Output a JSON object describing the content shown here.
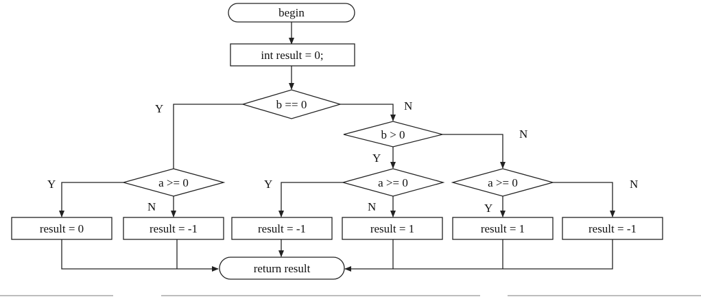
{
  "flowchart": {
    "begin": "begin",
    "init": "int result = 0;",
    "cond_b_eq_0": "b == 0",
    "cond_b_gt_0": "b > 0",
    "cond_a_ge_0_left": "a >= 0",
    "cond_a_ge_0_mid": "a >= 0",
    "cond_a_ge_0_right": "a >= 0",
    "result_1": "result = 0",
    "result_2": "result = -1",
    "result_3": "result = -1",
    "result_4": "result = 1",
    "result_5": "result = 1",
    "result_6": "result = -1",
    "return": "return result"
  },
  "edge_labels": {
    "b_eq_0_yes": "Y",
    "b_eq_0_no": "N",
    "b_gt_0_yes": "Y",
    "b_gt_0_no": "N",
    "a_left_yes": "Y",
    "a_left_no": "N",
    "a_mid_yes": "Y",
    "a_mid_no": "N",
    "a_right_yes": "Y",
    "a_right_no": "N"
  }
}
